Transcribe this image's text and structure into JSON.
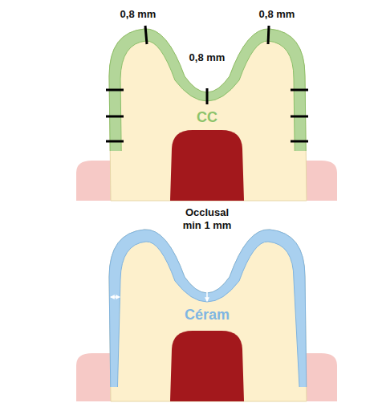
{
  "diagram": {
    "labels": [
      "0,8 mm",
      "0,8 mm",
      "0,8 mm",
      "CC",
      "Occlusal min 1 mm",
      "Céram"
    ]
  }
}
